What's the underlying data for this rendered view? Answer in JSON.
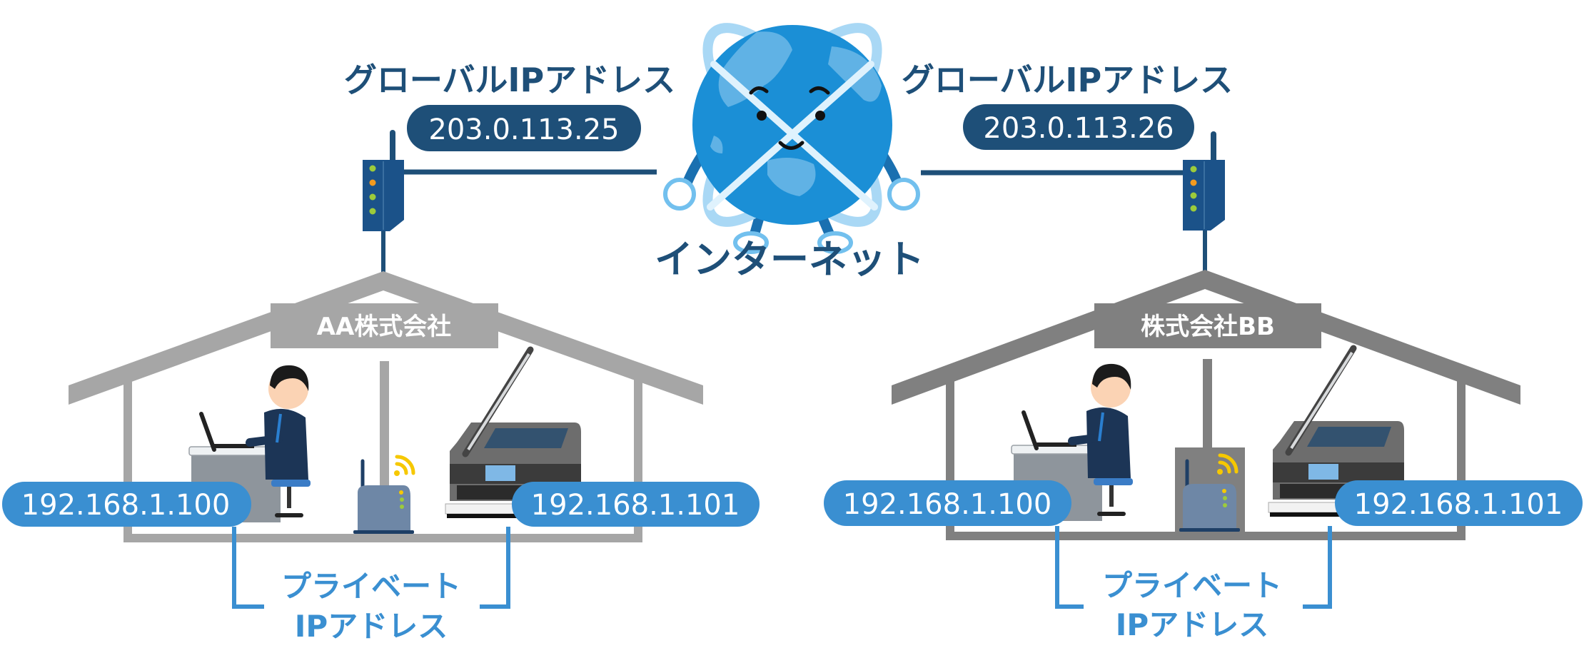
{
  "internet": {
    "label": "インターネット",
    "icon": "globe-mascot-icon"
  },
  "global_label": "グローバルIPアドレス",
  "private_label": {
    "line1": "プライベート",
    "line2": "IPアドレス"
  },
  "networks": [
    {
      "company": "AA株式会社",
      "global_ip": "203.0.113.25",
      "devices": [
        {
          "type": "pc",
          "icon": "person-at-laptop-icon",
          "ip": "192.168.1.100"
        },
        {
          "type": "printer",
          "icon": "printer-icon",
          "ip": "192.168.1.101"
        }
      ],
      "router_icon": "router-icon",
      "wifi_router_icon": "wifi-router-icon",
      "house_color": "#a6a6a6"
    },
    {
      "company": "株式会社BB",
      "global_ip": "203.0.113.26",
      "devices": [
        {
          "type": "pc",
          "icon": "person-at-laptop-icon",
          "ip": "192.168.1.100"
        },
        {
          "type": "printer",
          "icon": "printer-icon",
          "ip": "192.168.1.101"
        }
      ],
      "router_icon": "router-icon",
      "wifi_router_icon": "wifi-router-icon",
      "house_color": "#808080"
    }
  ],
  "colors": {
    "dark_blue": "#1e4f78",
    "private_blue": "#3a8fd1",
    "globe_blue": "#1b8fd6",
    "globe_land": "#6cb9e8",
    "house_left_gray": "#a6a6a6",
    "house_right_gray": "#808080",
    "wifi_yellow": "#f6c800"
  }
}
